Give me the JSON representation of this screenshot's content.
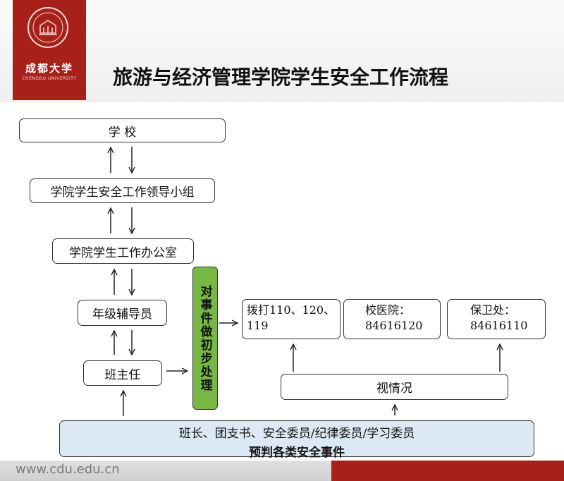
{
  "header": {
    "logo_cn": "成都大学",
    "logo_en": "CHENGDU UNIVERSITY",
    "title": "旅游与经济管理学院学生安全工作流程"
  },
  "nodes": {
    "school": "学 校",
    "leading_group": "学院学生安全工作领导小组",
    "office": "学院学生工作办公室",
    "counselor": "年级辅导员",
    "class_teacher": "班主任",
    "initial_handling": "对事件做初步处理",
    "dial": "拨打110、120、119",
    "hospital_label": "校医院：",
    "hospital_phone": "84616120",
    "security_label": "保卫处：",
    "security_phone": "84616110",
    "situation": "视情况",
    "cadres": "班长、团支书、安全委员/纪律委员/学习委员",
    "predict": "预判各类安全事件"
  },
  "colors": {
    "brand_red": "#a8201a",
    "green_box": "#76b843",
    "blue_box": "#dce8f3"
  },
  "footer": {
    "url": "www.cdu.edu.cn"
  }
}
